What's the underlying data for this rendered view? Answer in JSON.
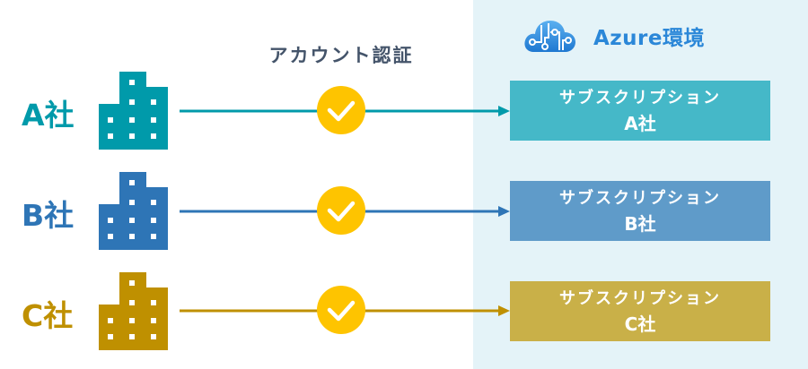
{
  "azure": {
    "title": "Azure環境",
    "icon": "azure-cloud-icon",
    "color": "#2b87d8"
  },
  "auth": {
    "title": "アカウント認証",
    "check_color": "#fec400"
  },
  "companies": [
    {
      "label": "A社",
      "color": "#009aaa",
      "box_color": "#45b8c8",
      "sub_line1": "サブスクリプション",
      "sub_line2": "A社"
    },
    {
      "label": "B社",
      "color": "#2e75b6",
      "box_color": "#5f9bc9",
      "sub_line1": "サブスクリプション",
      "sub_line2": "B社"
    },
    {
      "label": "C社",
      "color": "#bf9000",
      "box_color": "#c9b048",
      "sub_line1": "サブスクリプション",
      "sub_line2": "C社"
    }
  ]
}
